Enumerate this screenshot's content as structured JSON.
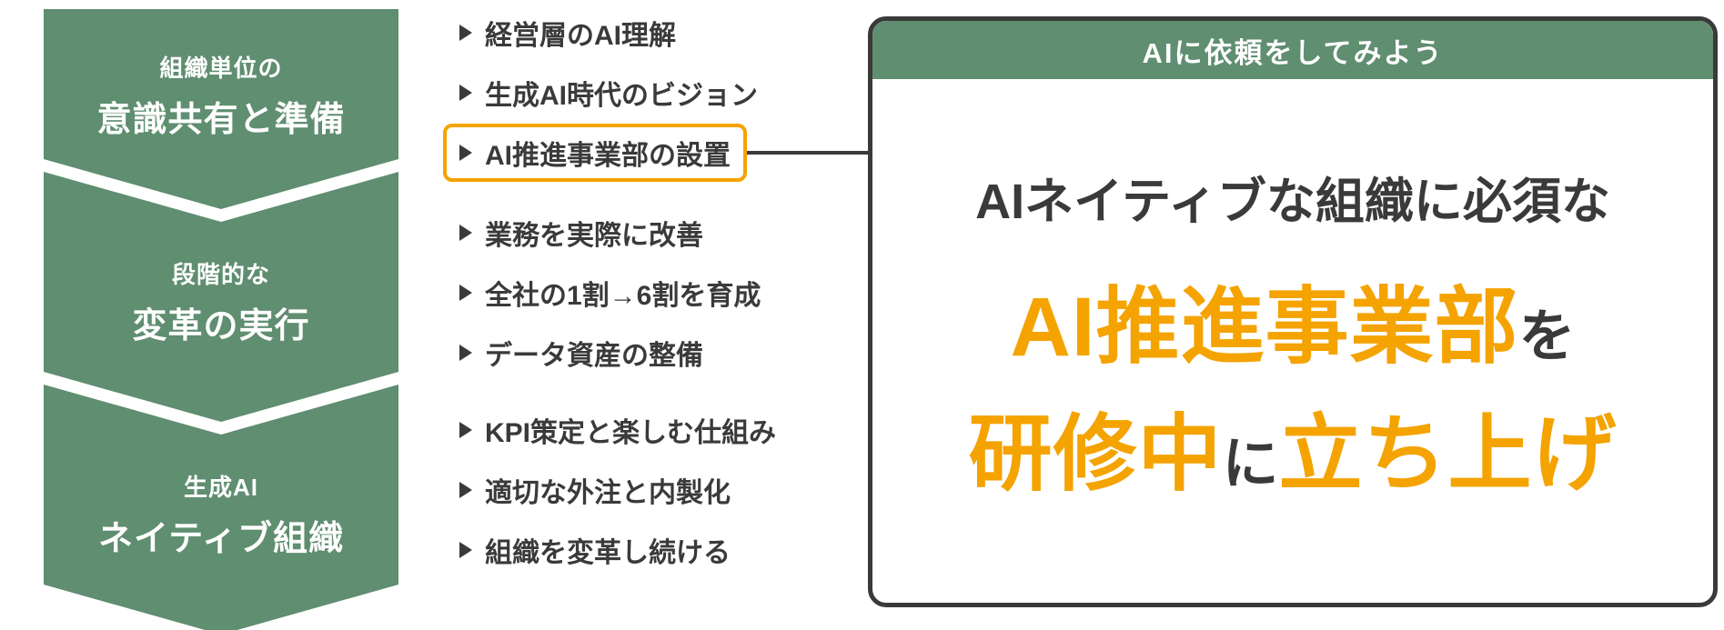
{
  "palette": {
    "green": "#5F8E70",
    "orange": "#F4A300",
    "dark": "#3A3A3A"
  },
  "flow": {
    "steps": [
      {
        "subtitle": "組織単位の",
        "title": "意識共有と準備"
      },
      {
        "subtitle": "段階的な",
        "title": "変革の実行"
      },
      {
        "subtitle": "生成AI",
        "title": "ネイティブ組織"
      }
    ]
  },
  "lists": [
    {
      "items": [
        "経営層のAI理解",
        "生成AI時代のビジョン",
        "AI推進事業部の設置"
      ]
    },
    {
      "items": [
        "業務を実際に改善",
        "全社の1割→6割を育成",
        "データ資産の整備"
      ]
    },
    {
      "items": [
        "KPI策定と楽しむ仕組み",
        "適切な外注と内製化",
        "組織を変革し続ける"
      ]
    }
  ],
  "card": {
    "header": "AIに依頼をしてみよう",
    "intro": "AIネイティブな組織に必須な",
    "line2": {
      "emphasis": "AI推進事業部",
      "particle": "を"
    },
    "line3": {
      "emphasis_a": "研修中",
      "particle": "に",
      "emphasis_b": "立ち上げ"
    }
  }
}
